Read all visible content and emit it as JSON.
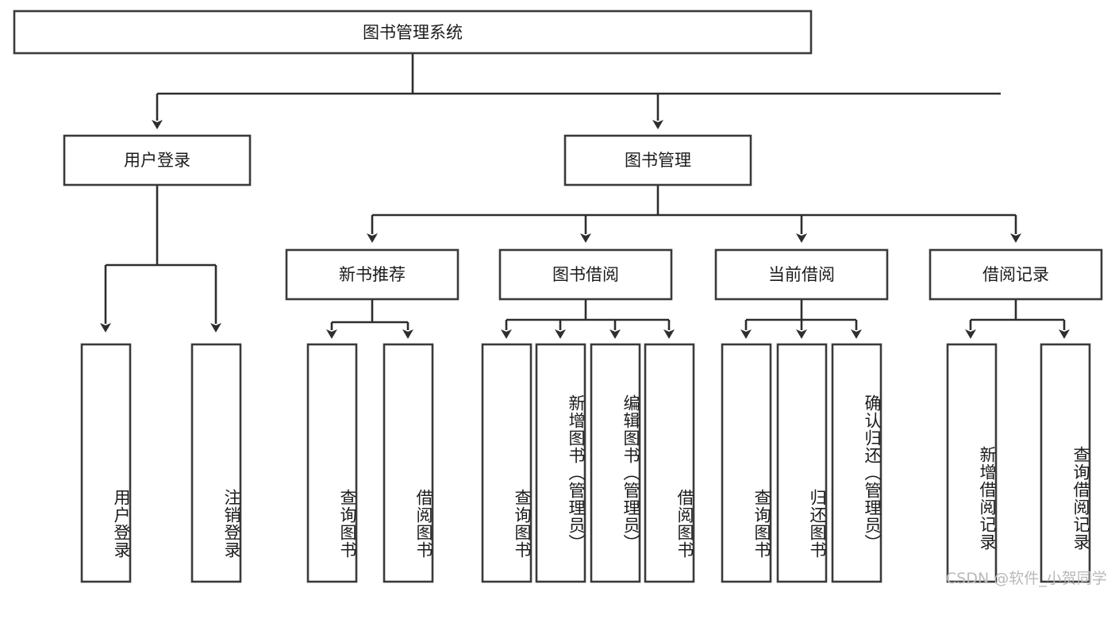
{
  "diagram": {
    "title": "图书管理系统",
    "type": "tree-hierarchy",
    "watermark": "CSDN @软件_小贺同学",
    "colors": {
      "box_stroke": "#3a3a3a",
      "box_fill": "#ffffff",
      "connector": "#2e2e2e",
      "text": "#1b1b1b",
      "watermark": "#b9b9b9",
      "background": "#ffffff"
    },
    "root": {
      "label": "图书管理系统"
    },
    "level2": [
      {
        "id": "user-login",
        "label": "用户登录"
      },
      {
        "id": "book-management",
        "label": "图书管理"
      }
    ],
    "level3": [
      {
        "id": "new-book-recommend",
        "label": "新书推荐"
      },
      {
        "id": "book-borrow",
        "label": "图书借阅"
      },
      {
        "id": "current-borrow",
        "label": "当前借阅"
      },
      {
        "id": "borrow-record",
        "label": "借阅记录"
      }
    ],
    "leaves": {
      "user_login": [
        {
          "id": "leaf-user-login",
          "label": "用户登录"
        },
        {
          "id": "leaf-logout-login",
          "label": "注销登录"
        }
      ],
      "new_book_recommend": [
        {
          "id": "leaf-query-book-1",
          "label": "查询图书"
        },
        {
          "id": "leaf-borrow-book-1",
          "label": "借阅图书"
        }
      ],
      "book_borrow": [
        {
          "id": "leaf-query-book-2",
          "label": "查询图书"
        },
        {
          "id": "leaf-add-book",
          "label": "新增图书（管理员）"
        },
        {
          "id": "leaf-edit-book",
          "label": "编辑图书（管理员）"
        },
        {
          "id": "leaf-borrow-book-2",
          "label": "借阅图书"
        }
      ],
      "current_borrow": [
        {
          "id": "leaf-query-book-3",
          "label": "查询图书"
        },
        {
          "id": "leaf-return-book",
          "label": "归还图书"
        },
        {
          "id": "leaf-confirm-return",
          "label": "确认归还（管理员）"
        }
      ],
      "borrow_record": [
        {
          "id": "leaf-add-record",
          "label": "新增借阅记录"
        },
        {
          "id": "leaf-query-record",
          "label": "查询借阅记录"
        }
      ]
    }
  }
}
